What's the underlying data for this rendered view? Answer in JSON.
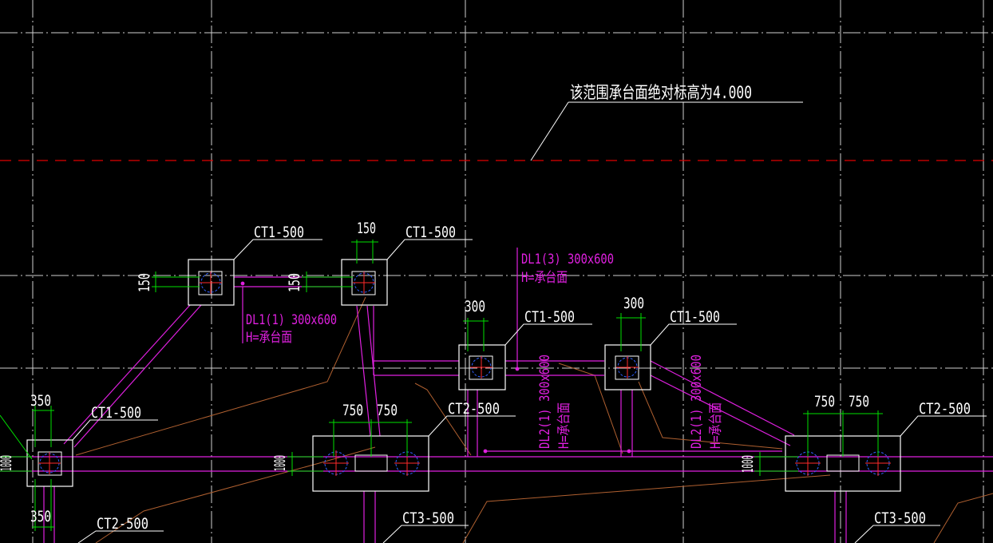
{
  "colors": {
    "background": "#000000",
    "grid": "#cfcfcf",
    "axis_red": "#e00000",
    "white": "#ffffff",
    "magenta": "#e020e0",
    "green": "#00e000",
    "red": "#ff2a2a",
    "brown": "#b06030",
    "blue": "#3060ff"
  },
  "note": {
    "text": "该范围承台面绝对标高为4.000"
  },
  "labels": {
    "ct1_a": "CT1-500",
    "ct1_b": "CT1-500",
    "ct1_c": "CT1-500",
    "ct1_d": "CT1-500",
    "ct1_e": "CT1-500",
    "ct2_a": "CT2-500",
    "ct2_b": "CT2-500",
    "ct2_c": "CT2-500",
    "ct3_a": "CT3-500",
    "ct3_b": "CT3-500"
  },
  "dims": {
    "d150_top": "150",
    "d150_left_a": "150",
    "d150_left_b": "150",
    "d300_a": "300",
    "d300_b": "300",
    "d350_top": "350",
    "d350_bot": "350",
    "d750_a1": "750",
    "d750_a2": "750",
    "d750_b1": "750",
    "d750_b2": "750",
    "d1000_a": "1000",
    "d1000_b": "1000",
    "d1000_c": "1000"
  },
  "beams": {
    "dl1_1_line1": "DL1(1) 300x600",
    "dl1_1_line2": "H=承台面",
    "dl1_3_line1": "DL1(3) 300x600",
    "dl1_3_line2": "H=承台面",
    "dl2_a_line1": "DL2(1) 300x600",
    "dl2_a_line2": "H=承台面",
    "dl2_b_line1": "DL2(1) 300x600",
    "dl2_b_line2": "H=承台面"
  }
}
